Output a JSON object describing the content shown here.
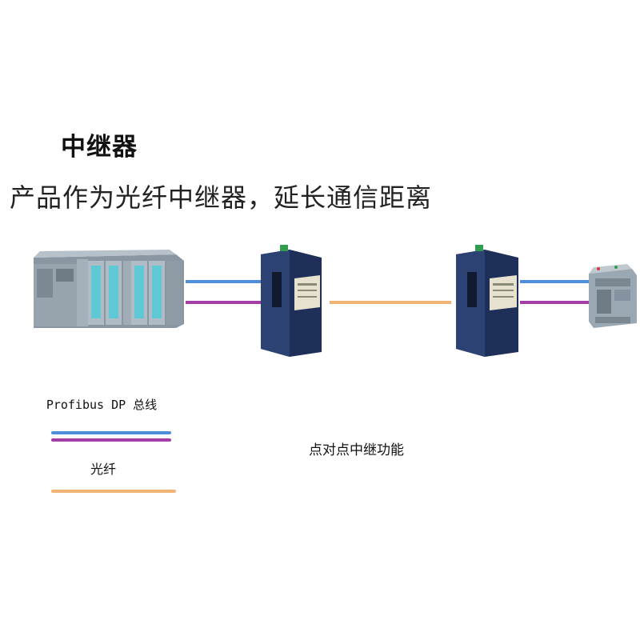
{
  "title": "中继器",
  "subtitle": "产品作为光纤中继器，延长通信距离",
  "legend": {
    "bus_label": "Profibus DP 总线",
    "fiber_label": "光纤"
  },
  "caption": "点对点中继功能",
  "colors": {
    "bus_line_a": "#4f8fd8",
    "bus_line_b": "#a23ea6",
    "fiber": "#f2b273",
    "repeater_body": "#1e2f5a",
    "plc_panel": "#9aa8b4",
    "plc_module": "#5ec9d4"
  },
  "devices": {
    "left_plc": "plc-rack",
    "repeater_left": "fiber-repeater",
    "repeater_right": "fiber-repeater",
    "right_plc": "compact-plc"
  }
}
